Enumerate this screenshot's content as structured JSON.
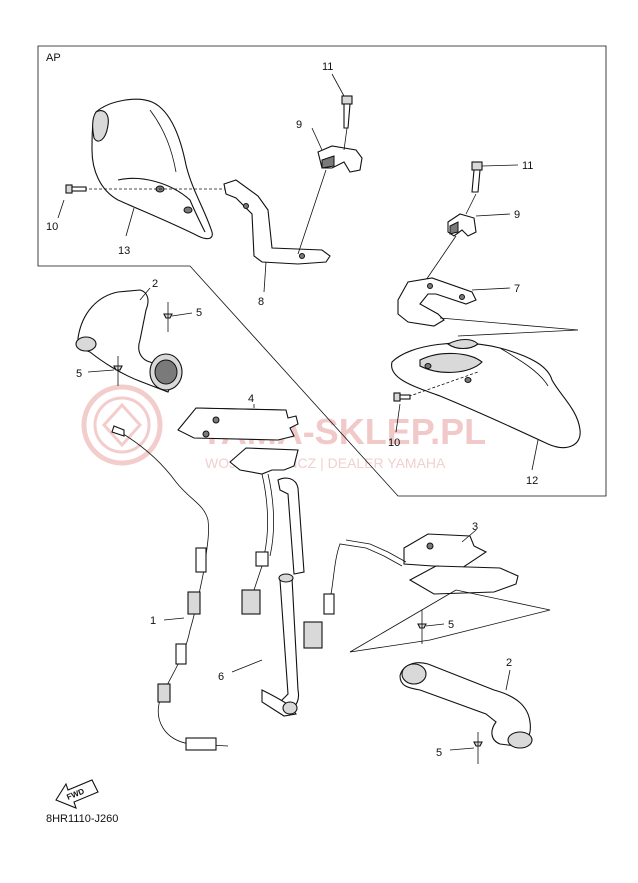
{
  "diagram": {
    "section_label": "AP",
    "drawing_code": "8HR1110-J260",
    "fwd_label": "FWD",
    "watermark_main": "YAMA-SKLEP.PL",
    "watermark_sub": "WOJEN   HOWICZ | DEALER YAMAHA",
    "callouts": {
      "c1": "1",
      "c2a": "2",
      "c2b": "2",
      "c3": "3",
      "c4": "4",
      "c5a": "5",
      "c5b": "5",
      "c5c": "5",
      "c5d": "5",
      "c6": "6",
      "c7": "7",
      "c8": "8",
      "c9a": "9",
      "c9b": "9",
      "c10a": "10",
      "c10b": "10",
      "c11a": "11",
      "c11b": "11",
      "c12": "12",
      "c13": "13"
    }
  }
}
